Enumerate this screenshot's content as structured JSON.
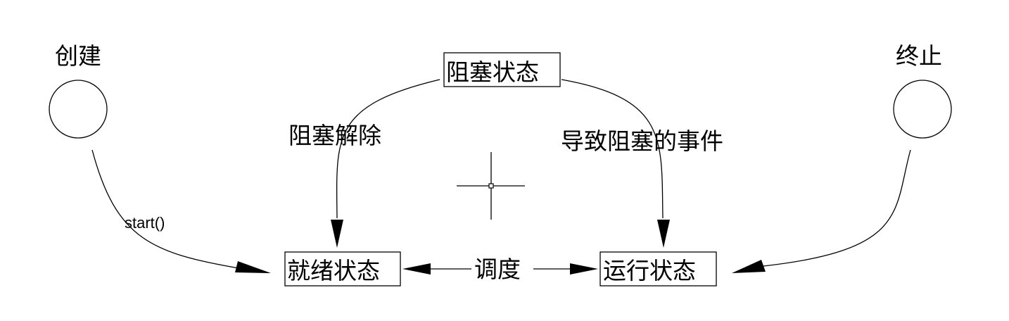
{
  "states": {
    "create": "创建",
    "terminate": "终止",
    "blocked": "阻塞状态",
    "ready": "就绪状态",
    "running": "运行状态"
  },
  "transitions": {
    "start": "start()",
    "unblock": "阻塞解除",
    "block_event": "导致阻塞的事件",
    "schedule": "调度"
  }
}
